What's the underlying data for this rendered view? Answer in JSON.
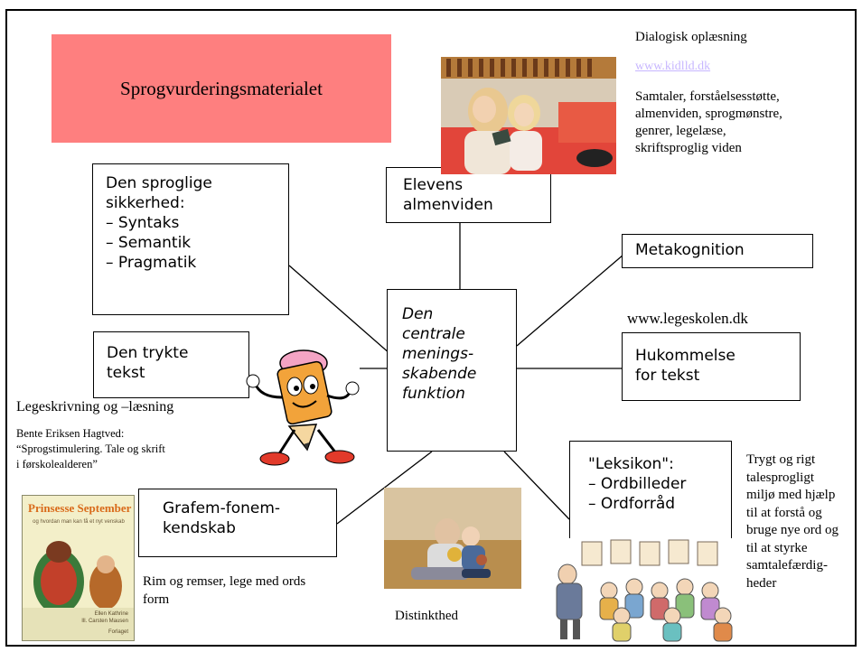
{
  "title": "Sprogvurderingsmaterialet",
  "center": [
    "Den",
    "centrale",
    "menings-",
    "skabende",
    "funktion"
  ],
  "boxes": {
    "sprog": [
      "Den sproglige",
      "sikkerhed:",
      "– Syntaks",
      "– Semantik",
      "– Pragmatik"
    ],
    "almen": [
      "Elevens",
      "almenviden"
    ],
    "meta": "Metakognition",
    "trykte": [
      "Den trykte",
      "tekst"
    ],
    "hukommelse": [
      "Hukommelse",
      "for tekst"
    ],
    "grafem": [
      "Grafem-fonem-",
      "kendskab"
    ],
    "leksikon": [
      "\"Leksikon\":",
      "– Ordbilleder",
      "– Ordforråd"
    ]
  },
  "notes": {
    "dialogisk": "Dialogisk oplæsning",
    "kidlld_link": "www.kidlld.dk",
    "samtaler": [
      "Samtaler, forståelsesstøtte,",
      "almenviden, sprogmønstre,",
      "genrer, legelæse,",
      "skriftsproglig viden"
    ],
    "legeskolen": "www.legeskolen.dk",
    "legeskrivning": "Legeskrivning og –læsning",
    "bente": [
      "Bente Eriksen Hagtved:",
      "“Sprogstimulering. Tale og skrift",
      "i førskolealderen”"
    ],
    "rim": [
      "Rim og remser, lege med ords",
      "form"
    ],
    "distinkthed": "Distinkthed",
    "trygt": [
      "Trygt og rigt",
      "talesprogligt",
      "miljø med hjælp",
      "til at forstå og",
      "bruge nye ord og",
      "til at styrke",
      "samtalefærdig-",
      "heder"
    ]
  },
  "book": {
    "title": "Prinsesse September",
    "subtitle": "og hvordan man kan få et nyt venskab",
    "authors": [
      "Ellen Kathrine",
      "Ill. Carsten Mausen"
    ],
    "publisher": "Forlaget"
  },
  "colors": {
    "title_bg": "#fe7f7f",
    "link": "#c7b6ff"
  }
}
